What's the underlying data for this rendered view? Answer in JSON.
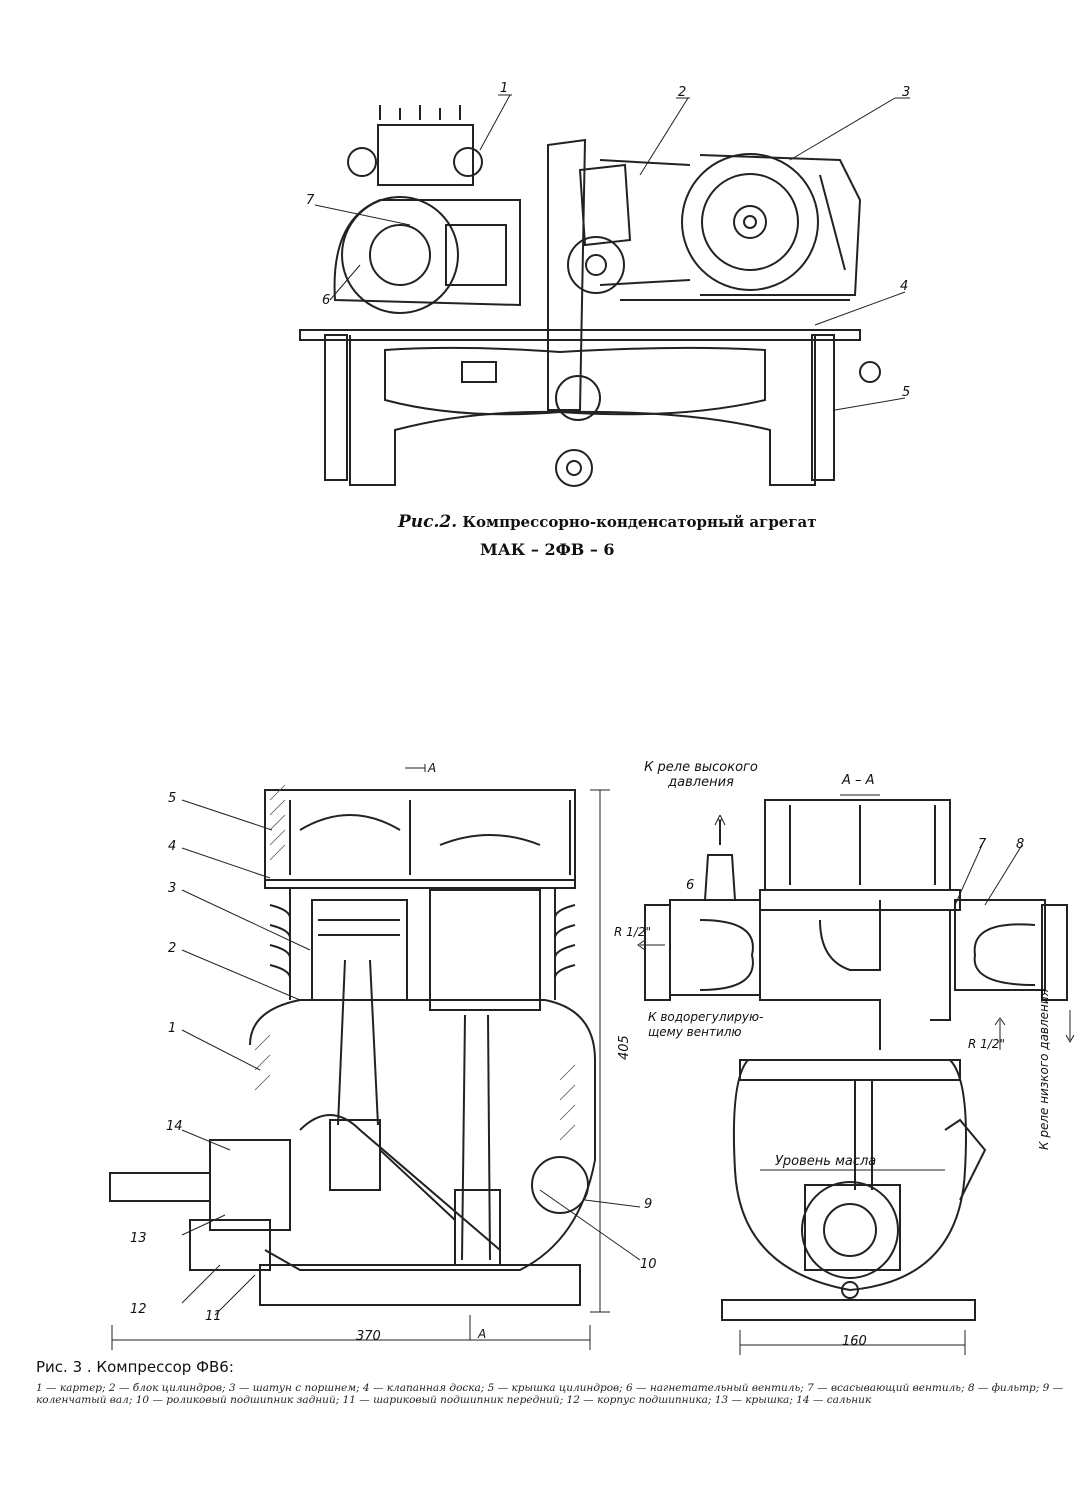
{
  "figure2": {
    "caption_prefix": "Рис.2.",
    "caption_text": "Компрессорно-конденсаторный агрегат",
    "caption_model": "МАК – 2ФВ – 6",
    "callouts": [
      "1",
      "2",
      "3",
      "4",
      "5",
      "6",
      "7"
    ]
  },
  "figure3": {
    "caption": "Рис. 3 . Компрессор ФВ6:",
    "legend": "1 — картер; 2 — блок цилиндров; 3 — шатун с поршнем; 4 — клапанная доска; 5 — крышка цилиндров; 6 — нагнетательный вентиль; 7 — всасывающий вентиль; 8 — фильтр; 9 — коленчатый вал; 10 — роликовый подшипник задний; 11 — шариковый подшипник передний; 12 — корпус подшипника; 13 — крышка; 14 — сальник",
    "left_callouts": [
      "5",
      "4",
      "3",
      "2",
      "1",
      "14",
      "13",
      "12",
      "11",
      "10",
      "9"
    ],
    "right_callouts": [
      "6",
      "7",
      "8"
    ],
    "section_mark": "А",
    "section_title": "А – А",
    "dim_height": "405",
    "dim_width_left": "370",
    "dim_width_right": "160",
    "label_high_pressure": "К реле высокого давления",
    "label_low_pressure": "К реле низкого давления",
    "label_water_valve": "К водорегулирую- щему вентилю",
    "label_oil_level": "Уровень масла",
    "label_thread": "R 1/2\""
  }
}
